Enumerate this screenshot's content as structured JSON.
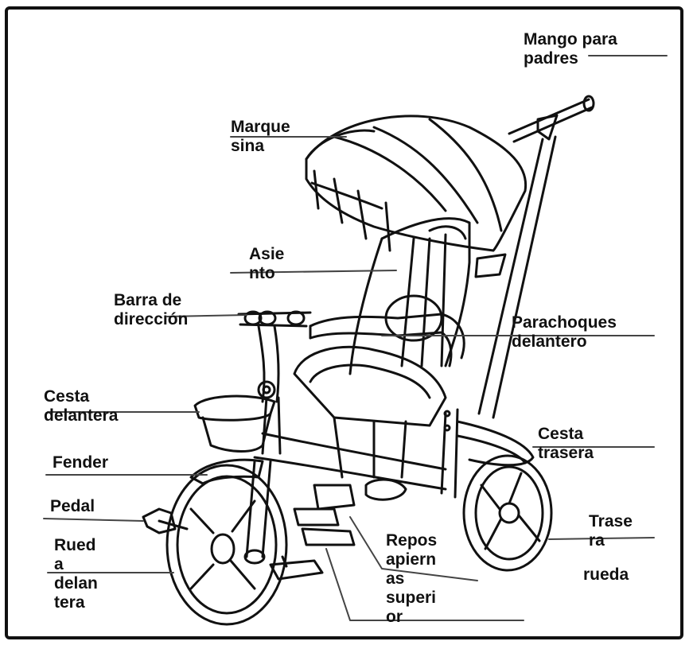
{
  "labels": {
    "parent_handle": "Mango para\npadres",
    "canopy": "Marque\nsina",
    "seat": "Asie\nnto",
    "handlebar": "Barra de\ndirección",
    "front_bumper": "Parachoques\ndelantero",
    "front_basket": "Cesta\ndelantera",
    "rear_basket": "Cesta\ntrasera",
    "fender": "Fender",
    "pedal": "Pedal",
    "front_wheel": "Rued\na\ndelan\ntera",
    "footrest": "Repos\napiern\nas\nsuperi\nor",
    "rear_wheel_1": "Trase\nra",
    "rear_wheel_2": "rueda"
  }
}
